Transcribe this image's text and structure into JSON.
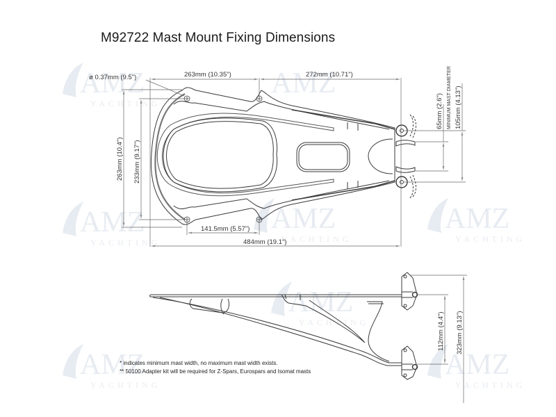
{
  "title": "M92722 Mast Mount Fixing Dimensions",
  "watermark": {
    "brand": "AMZ",
    "subtitle": "YACHTING",
    "color": "#e6ecf2"
  },
  "top_view": {
    "hole_diameter": "ø 0.37mm (9.5\")",
    "width_front": "263mm (10.35\")",
    "width_rear": "272mm (10.71\")",
    "overall_height": "263mm (10.4\")",
    "hole_spacing_vertical": "233mm (9.17\")",
    "hole_spacing_horizontal": "141.5mm (5.57\")",
    "overall_length": "484mm (19.1\")",
    "min_mast_gap": "65mm (2.6\")",
    "min_mast_label": "MINIMUM MAST DIAMETER",
    "mast_span": "105mm (4.13\")"
  },
  "side_view": {
    "hinge_spacing": "112mm (4.4\")",
    "overall_height": "323mm (9.13\")"
  },
  "notes": [
    "* indicates minimum mast width, no maximum mast width exists.",
    "** 50100 Adapter kit will be required for Z-Spars, Eurospars and Isomat masts"
  ],
  "colors": {
    "line": "#3a3a3a",
    "text": "#1a1a1a"
  }
}
